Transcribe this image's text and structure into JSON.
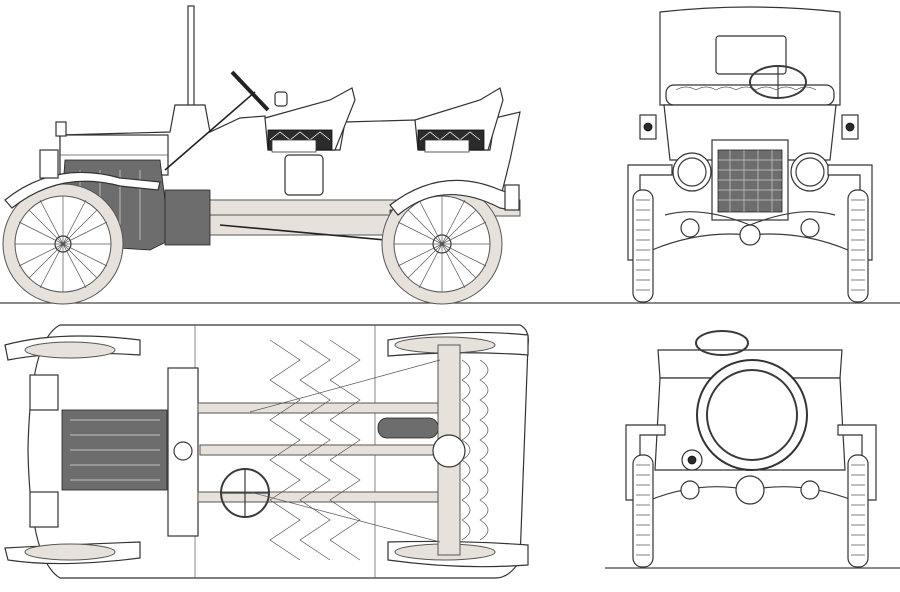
{
  "drawing": {
    "subject": "",
    "views": [
      {
        "id": "side-view"
      },
      {
        "id": "front-view"
      },
      {
        "id": "top-view"
      },
      {
        "id": "rear-view"
      }
    ]
  },
  "colors": {
    "line": "#3a3a3a",
    "body_fill": "#ffffff",
    "wheel_tint": "#e7e1dc",
    "seat_pattern": "#2b2b2b"
  }
}
